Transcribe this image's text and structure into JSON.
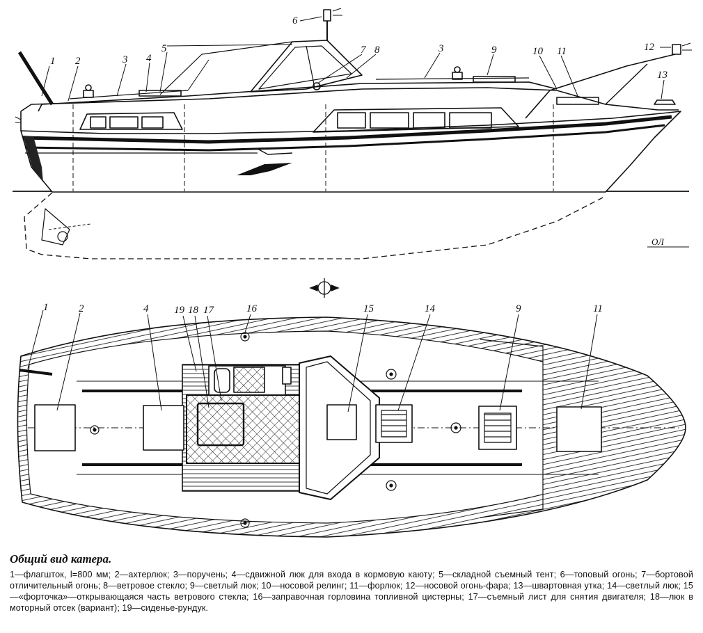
{
  "figure": {
    "waterline_label": "ОЛ",
    "callouts": {
      "side": [
        "1",
        "2",
        "3",
        "4",
        "5",
        "6",
        "7",
        "8",
        "3",
        "9",
        "10",
        "11",
        "12",
        "13"
      ],
      "plan": [
        "1",
        "2",
        "4",
        "19",
        "18",
        "17",
        "16",
        "15",
        "14",
        "9",
        "11"
      ]
    }
  },
  "caption": {
    "title": "Общий вид катера.",
    "items": [
      "1—флагшток, l=800 мм;",
      "2—ахтерлюк;",
      "3—поручень;",
      "4—сдвижной люк для входа в кормовую каюту;",
      "5—складной съемный тент;",
      "6—топовый огонь;",
      "7—бортовой отличительный огонь;",
      "8—ветровое стекло;",
      "9—светлый люк;",
      "10—носовой релинг;",
      "11—форлюк;",
      "12—носовой огонь-фара;",
      "13—швартовная утка;",
      "14—светлый люк;",
      "15—«форточка»—открывающаяся часть ветрового стекла;",
      "16—заправочная горловина топливной цистерны;",
      "17—съемный лист для снятия двигателя;",
      "18—люк в моторный отсек (вариант);",
      "19—сиденье-рундук."
    ]
  }
}
